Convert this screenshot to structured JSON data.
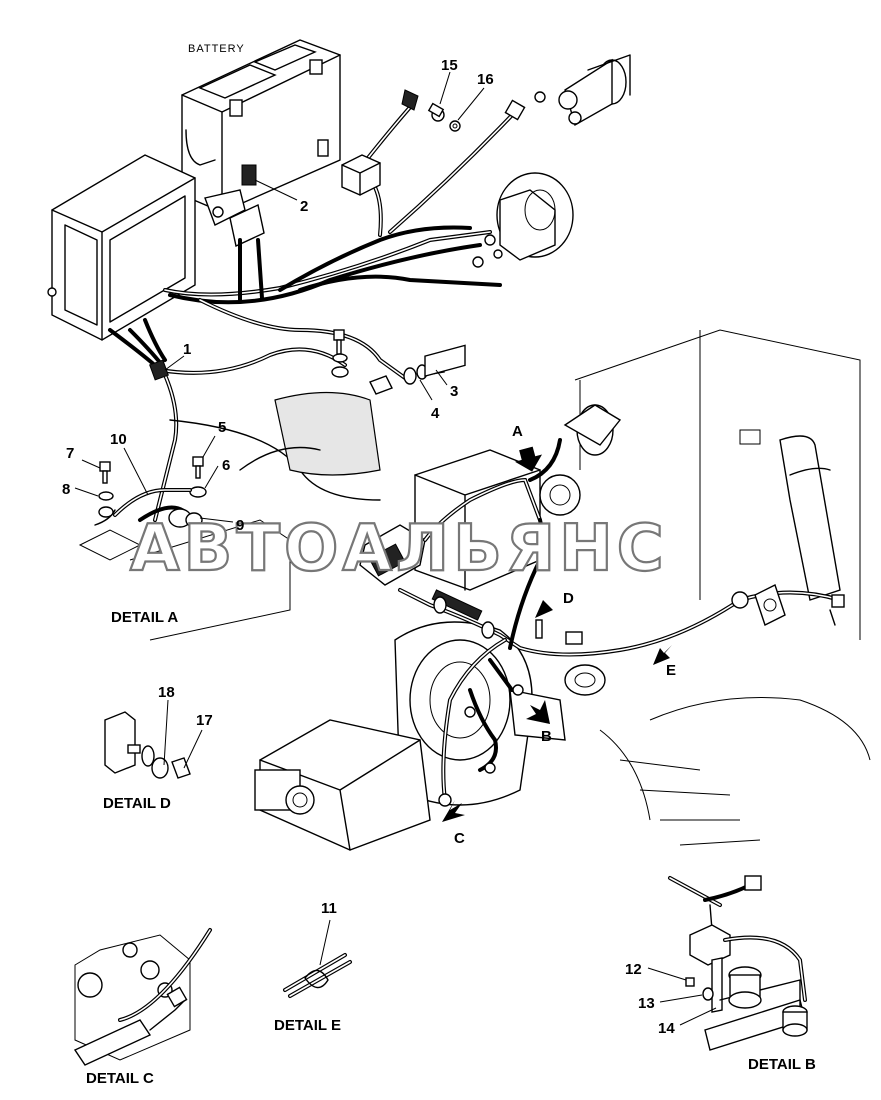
{
  "diagram": {
    "battery_label": "BATTERY",
    "watermark": "АВТОАЛЬЯНС",
    "callouts": [
      "1",
      "2",
      "3",
      "4",
      "5",
      "6",
      "7",
      "8",
      "9",
      "10",
      "11",
      "12",
      "13",
      "14",
      "15",
      "16",
      "17",
      "18"
    ],
    "view_arrows": [
      "A",
      "B",
      "C",
      "D",
      "E"
    ],
    "details": {
      "a": "DETAIL A",
      "b": "DETAIL B",
      "c": "DETAIL C",
      "d": "DETAIL D",
      "e": "DETAIL E"
    }
  }
}
